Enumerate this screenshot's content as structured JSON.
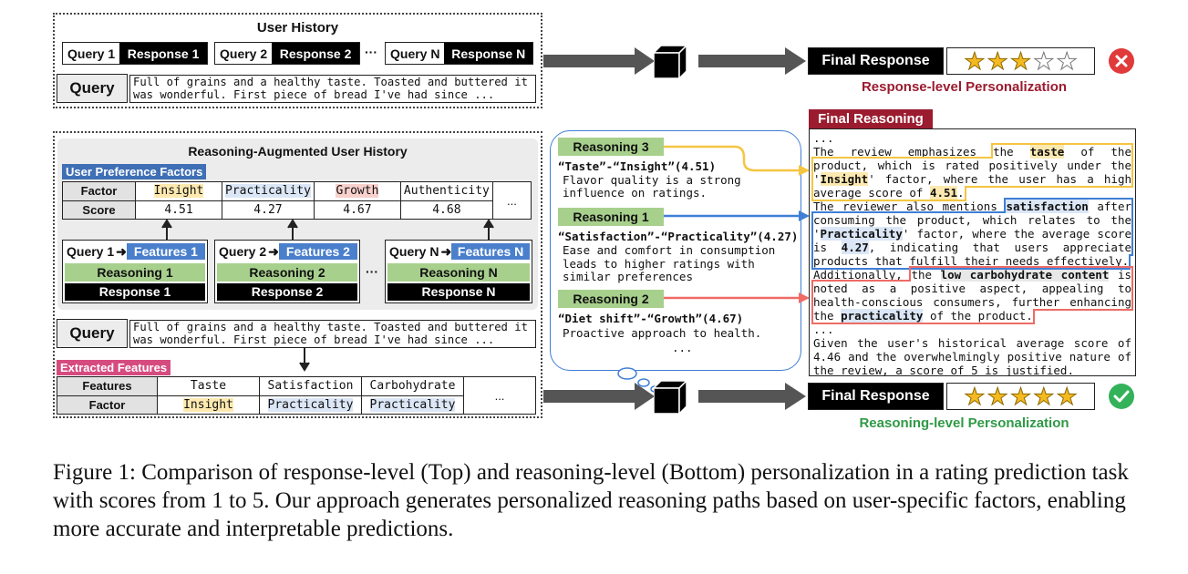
{
  "user_history": {
    "title": "User History",
    "items": [
      {
        "query": "Query 1",
        "response": "Response 1"
      },
      {
        "query": "Query 2",
        "response": "Response 2"
      },
      {
        "query": "Query N",
        "response": "Response N"
      }
    ],
    "ellipsis": "···",
    "query_label": "Query",
    "query_text": "Full of grains and a healthy taste. Toasted and buttered it was wonderful. First piece of bread I've had since ..."
  },
  "response_level": {
    "final_label": "Final Response",
    "stars": 3,
    "max_stars": 5,
    "caption": "Response-level Personalization",
    "status": "wrong"
  },
  "reasoning_history": {
    "title": "Reasoning-Augmented User History",
    "pref_label": "User Preference Factors",
    "factor_row_label": "Factor",
    "score_row_label": "Score",
    "factors": [
      "Insight",
      "Practicality",
      "Growth",
      "Authenticity"
    ],
    "scores": [
      "4.51",
      "4.27",
      "4.67",
      "4.68"
    ],
    "more": "...",
    "items": [
      {
        "query": "Query 1",
        "features": "Features 1",
        "reasoning": "Reasoning 1",
        "response": "Response 1"
      },
      {
        "query": "Query 2",
        "features": "Features 2",
        "reasoning": "Reasoning 2",
        "response": "Response 2"
      },
      {
        "query": "Query N",
        "features": "Features N",
        "reasoning": "Reasoning N",
        "response": "Response N"
      }
    ],
    "ellipsis": "···",
    "query_label": "Query",
    "query_text": "Full of grains and a healthy taste. Toasted and buttered it was wonderful. First piece of bread I've had since ...",
    "extracted_label": "Extracted Features",
    "features_row_label": "Features",
    "factor_row_label2": "Factor",
    "features": [
      "Taste",
      "Satisfaction",
      "Carbohydrate"
    ],
    "feature_factors": [
      "Insight",
      "Practicality",
      "Practicality"
    ],
    "more2": "..."
  },
  "thought": {
    "r3_label": "Reasoning 3",
    "r3_pair": "“Taste”-“Insight”(4.51)",
    "r3_text": "Flavor quality is a strong influence on ratings.",
    "r1_label": "Reasoning 1",
    "r1_pair": "“Satisfaction”-“Practicality”(4.27)",
    "r1_text": "Ease and comfort in consumption leads to higher ratings with similar preferences",
    "r2_label": "Reasoning 2",
    "r2_pair": "“Diet shift”-“Growth”(4.67)",
    "r2_text": "Proactive approach to health.",
    "ellipsis": "..."
  },
  "final_reasoning": {
    "label": "Final Reasoning",
    "lead": "...",
    "p1a": "The review emphasizes ",
    "p1b": "the ",
    "p1c": "taste",
    "p1d": " of the product, which is rated positively under the '",
    "p1e": "Insight",
    "p1f": "' factor, where the user has a high average score of ",
    "p1g": "4.51",
    "p1h": ".",
    "p2a": "The reviewer also mentions ",
    "p2b": "satisfaction",
    "p2c": " after consuming the product, which relates to the '",
    "p2d": "Practicality",
    "p2e": "' factor, where the average score is ",
    "p2f": "4.27",
    "p2g": ", indicating that users appreciate products that fulfill their needs effectively.",
    "p3a": "Additionally, ",
    "p3b": "the ",
    "p3c": "low carbohydrate content",
    "p3d": " is noted as a positive aspect, appealing to health-conscious consumers, further enhancing the ",
    "p3e": "practicality",
    "p3f": " of the product.",
    "mid": "...",
    "p4": "Given the user's historical average score of 4.46 and the overwhelmingly positive nature of the review, a score of 5 is justified."
  },
  "reasoning_level": {
    "final_label": "Final Response",
    "stars": 5,
    "max_stars": 5,
    "caption": "Reasoning-level Personalization",
    "status": "correct"
  },
  "figure_caption": "Figure 1: Comparison of response-level (Top) and reasoning-level (Bottom) personalization in a rating prediction task with scores from 1 to 5. Our approach generates personalized reasoning paths based on user-specific factors, enabling more accurate and interpretable predictions.",
  "colors": {
    "yellow": "#f5c542",
    "blue": "#3f7fd6",
    "red": "#ef6b66",
    "green_check": "#34b25a",
    "red_x": "#e03a3a",
    "dark_red": "#9b1b2f",
    "green_text": "#2f9a45"
  }
}
